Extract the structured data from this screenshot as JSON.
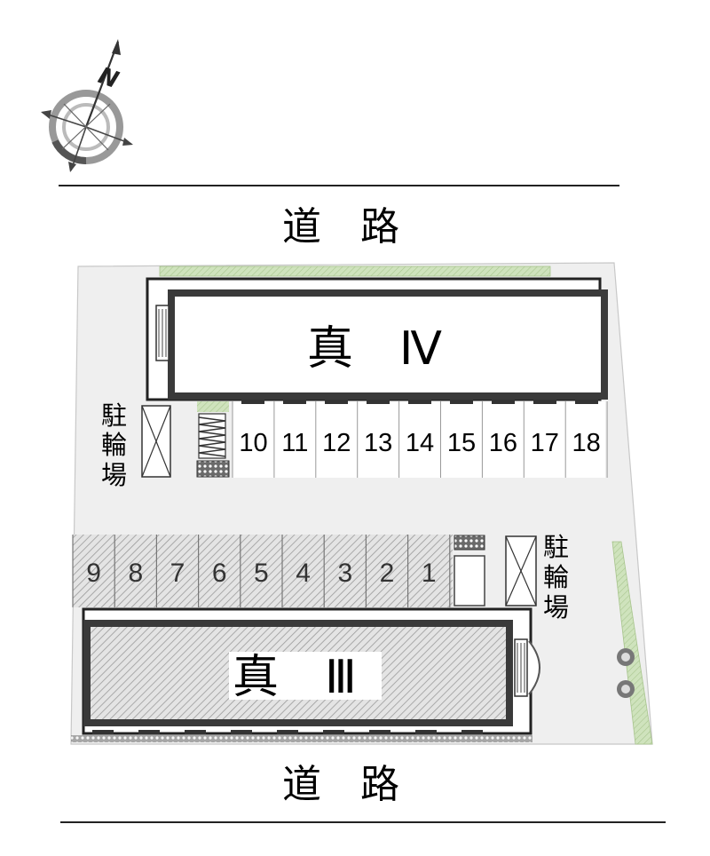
{
  "map": {
    "compass": {
      "north_label": "N"
    },
    "roads": {
      "top": "道　路",
      "bottom": "道　路"
    },
    "buildings": {
      "north": "真　Ⅳ",
      "south": "真　Ⅲ"
    },
    "bicycle_parking": {
      "left": [
        "駐",
        "輪",
        "場"
      ],
      "right": [
        "駐",
        "輪",
        "場"
      ]
    },
    "parking_top": [
      "10",
      "11",
      "12",
      "13",
      "14",
      "15",
      "16",
      "17",
      "18"
    ],
    "parking_bottom": [
      "9",
      "8",
      "7",
      "6",
      "5",
      "4",
      "3",
      "2",
      "1"
    ],
    "colors": {
      "lot": "#eeeeee",
      "green": "#b9d6a0",
      "wall": "#333333",
      "hatch": "#b5b5b5"
    }
  }
}
